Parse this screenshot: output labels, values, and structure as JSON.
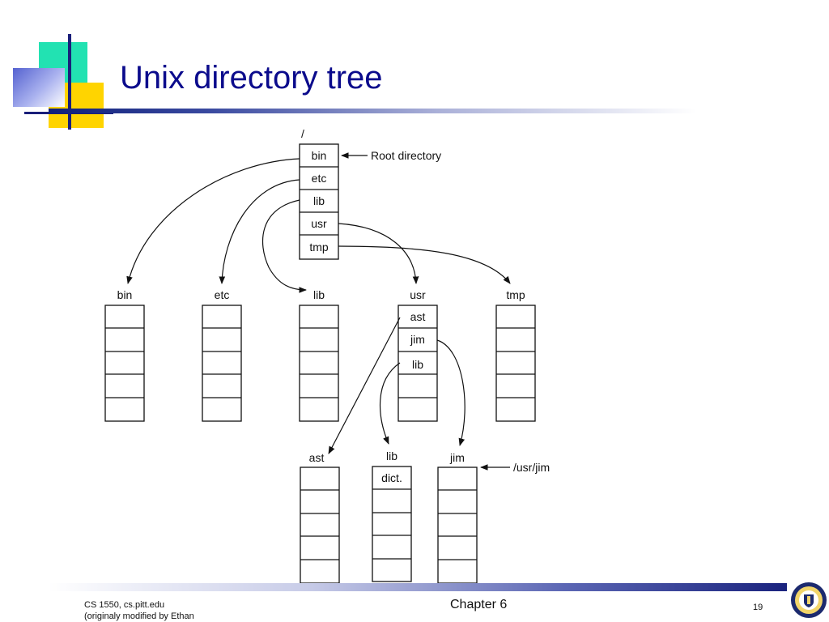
{
  "slide": {
    "title": "Unix directory tree"
  },
  "footer": {
    "course_line1": "CS 1550, cs.pitt.edu",
    "course_line2": "(originaly modified by Ethan",
    "chapter": "Chapter 6",
    "page_number": "19"
  },
  "diagram": {
    "root_label": "/",
    "root_annotation": "Root directory",
    "root_entries": [
      "bin",
      "etc",
      "lib",
      "usr",
      "tmp"
    ],
    "children": {
      "bin": "bin",
      "etc": "etc",
      "lib": "lib",
      "usr": "usr",
      "tmp": "tmp"
    },
    "usr_entries": [
      "ast",
      "jim",
      "lib"
    ],
    "grandchildren": {
      "ast": "ast",
      "lib": "lib",
      "jim": "jim"
    },
    "lib_entry": "dict.",
    "jim_annotation": "/usr/jim"
  },
  "colors": {
    "title": "#0b0b8c",
    "accent_teal": "#20e0b0",
    "accent_yellow": "#ffd200",
    "accent_blue": "#1a237e"
  }
}
